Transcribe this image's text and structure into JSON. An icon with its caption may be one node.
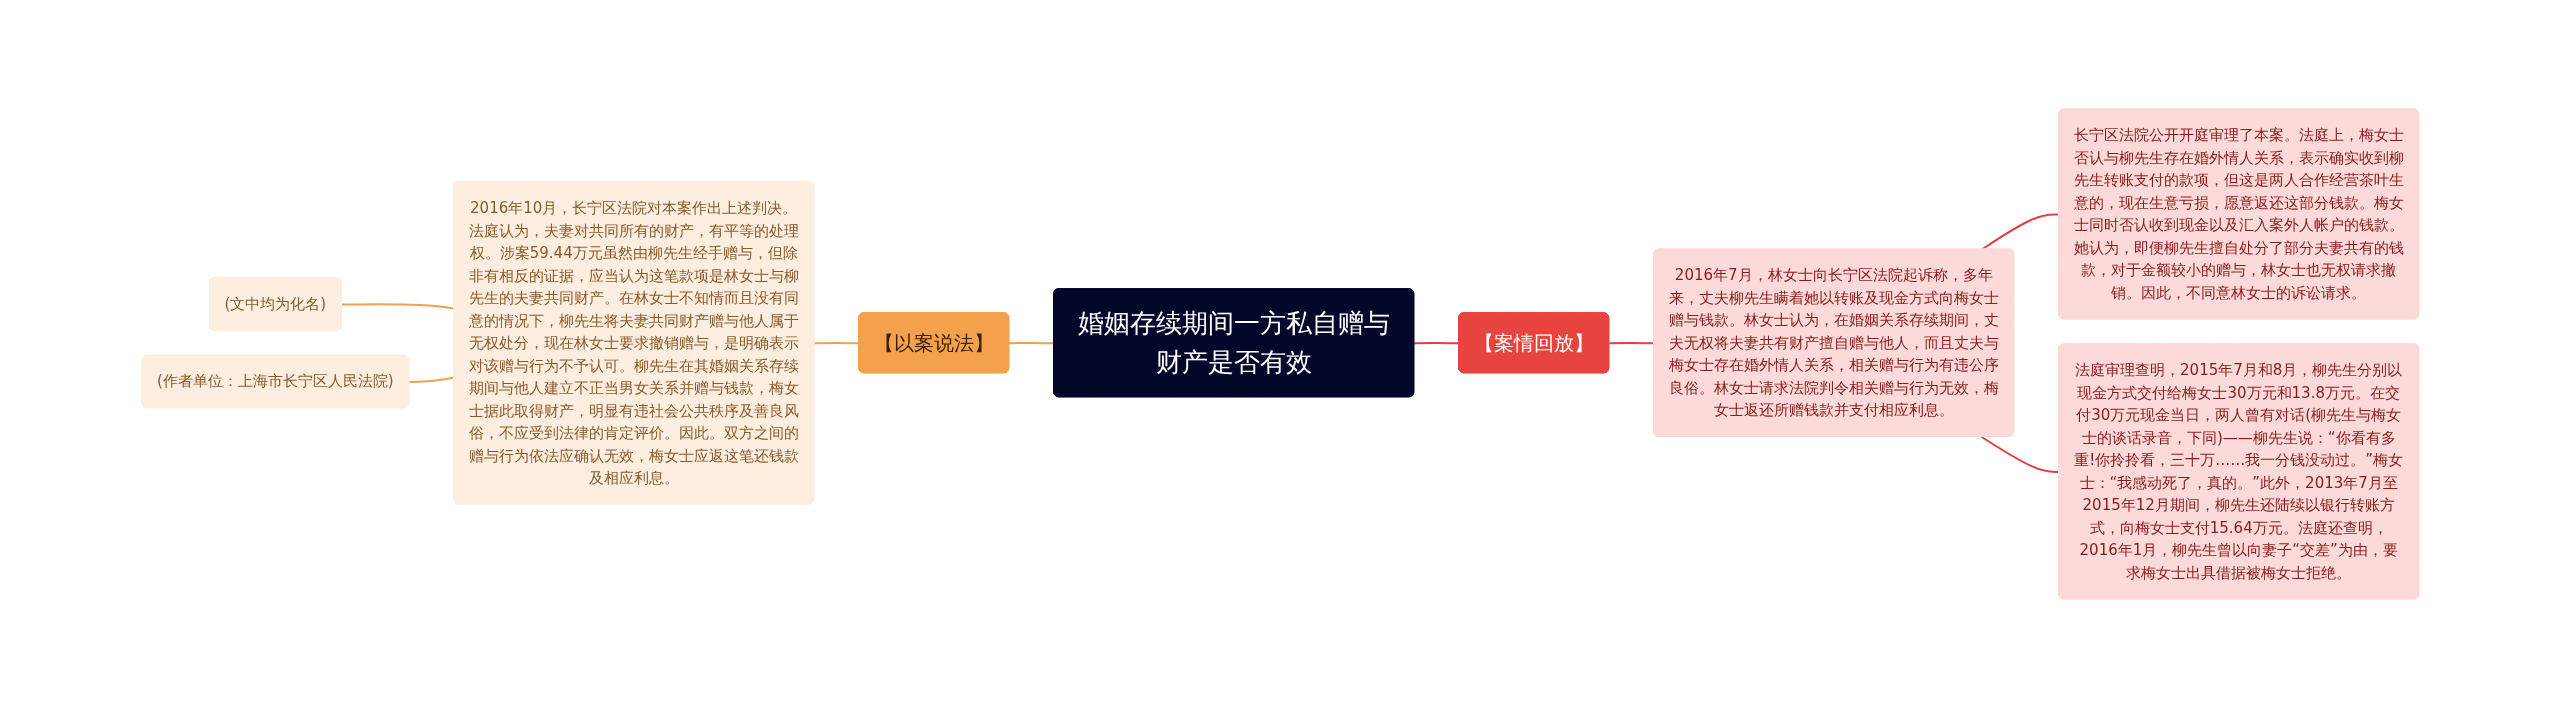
{
  "diagram": {
    "nodes": [
      {
        "text": [
          "婚姻存续期间一方私自赠与财产是否有效"
        ]
      },
      {
        "text": [
          "【以案说法】"
        ]
      },
      {
        "text": [
          "2016年10月，长宁区法院对本案作出上述判决。法庭认为，夫妻对共同所有的财产，有平等的处理权。涉案59.44万元虽然由柳先生经手赠与，但除非有相反的证据，应当认为这笔款项是林女士与柳先生的夫妻共同财产。在林女士不知情而且没有同意的情况下，柳先生将夫妻共同财产赠与他人属于无权处分，现在林女士要求撤销赠与，是明确表示对该赠与行为不予认可。柳先生在其婚姻关系存续期间与他人建立不正当男女关系并赠与钱款，梅女士据此取得财产，明显有违社会公共秩序及善良风俗，不应受到法律的肯定评价。因此。双方之间的赠与行为依法应确认无效，梅女士应返这笔还钱款及相应利息。"
        ]
      },
      {
        "text": [
          "(文中均为化名)"
        ]
      },
      {
        "text": [
          "(作者单位：上海市长宁区人民法院)"
        ]
      },
      {
        "text": [
          "【案情回放】"
        ]
      },
      {
        "text": [
          "2016年7月，林女士向长宁区法院起诉称，多年来，丈夫柳先生瞒着她以转账及现金方式向梅女士赠与钱款。林女士认为，在婚姻关系存续期间，丈夫无权将夫妻共有财产擅自赠与他人，而且丈夫与梅女士存在婚外情人关系，相关赠与行为有违公序良俗。林女士请求法院判令相关赠与行为无效，梅女士返还所赠钱款并支付相应利息。"
        ]
      },
      {
        "text": [
          "长宁区法院公开开庭审理了本案。法庭上，梅女士否认与柳先生存在婚外情人关系，表示确实收到柳先生转账支付的款项，但这是两人合作经营茶叶生意的，现在生意亏损，愿意返还这部分钱款。梅女士同时否认收到现金以及汇入案外人帐户的钱款。她认为，即便柳先生擅自处分了部分夫妻共有的钱款，对于金额较小的赠与，林女士也无权请求撤销。因此，不同意林女士的诉讼请求。"
        ]
      },
      {
        "text": [
          "法庭审理查明，2015年7月和8月，柳先生分别以现金方式交付给梅女士30万元和13.8万元。在交付30万元现金当日，两人曾有对话(柳先生与梅女士的谈话录音，下同)——柳先生说：“你看有多重!你拎拎看，三十万……我一分钱没动过。”梅女士：“我感动死了，真的。”此外，2013年7月至2015年12月期间，柳先生还陆续以银行转账方式，向梅女士支付15.64万元。法庭还查明，2016年1月，柳先生曾以向妻子“交差”为由，要求梅女士出具借据被梅女士拒绝。"
        ]
      }
    ],
    "edges": [
      {
        "from": 0,
        "to": 1,
        "arrow": "none",
        "color": "#f0a050"
      },
      {
        "from": 1,
        "to": 2,
        "arrow": "none",
        "color": "#f0a050"
      },
      {
        "from": 2,
        "to": 3,
        "arrow": "none",
        "color": "#f0a050"
      },
      {
        "from": 2,
        "to": 4,
        "arrow": "none",
        "color": "#f0a050"
      },
      {
        "from": 0,
        "to": 5,
        "arrow": "none",
        "color": "#e0403f"
      },
      {
        "from": 5,
        "to": 6,
        "arrow": "none",
        "color": "#e0403f"
      },
      {
        "from": 6,
        "to": 7,
        "arrow": "none",
        "color": "#e0403f"
      },
      {
        "from": 6,
        "to": 8,
        "arrow": "none",
        "color": "#e0403f"
      }
    ]
  }
}
